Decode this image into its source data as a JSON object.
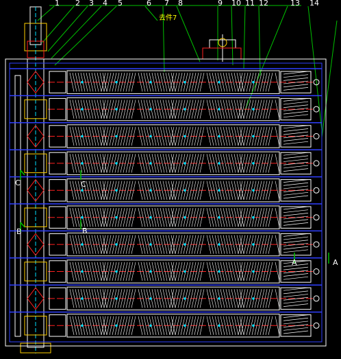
{
  "drawing": {
    "background": "#000000",
    "colors": {
      "frame": "#ffffff",
      "module": "#ffffff",
      "divider_blue": "#3040ff",
      "center_red": "#ff2020",
      "leader_green": "#00c000",
      "accent_yellow": "#ffd000",
      "accent_cyan": "#00e0ff"
    },
    "part_numbers": [
      "1",
      "2",
      "3",
      "4",
      "5",
      "6",
      "7",
      "8",
      "9",
      "10",
      "11",
      "12",
      "13",
      "14"
    ],
    "note": "去件7",
    "section_labels": {
      "c_left": "C",
      "c_right": "C",
      "b_left": "B",
      "b_right": "B",
      "a_left": "A",
      "a_right": "A"
    },
    "row_count": 10
  }
}
